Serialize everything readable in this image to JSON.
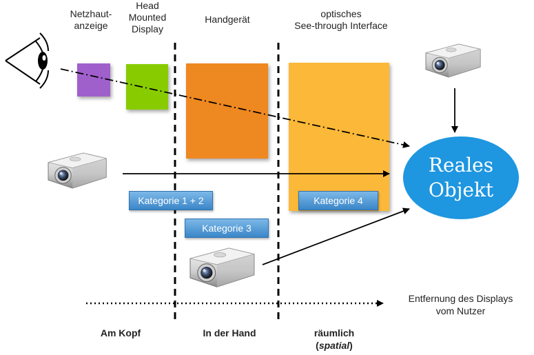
{
  "headers": {
    "netzhaut": [
      "Netzhaut-",
      "anzeige"
    ],
    "hmd": [
      "Head",
      "Mounted",
      "Display"
    ],
    "handgeraet": [
      "Handgerät"
    ],
    "optisch": [
      "optisches",
      "See-through Interface"
    ]
  },
  "categories": {
    "cat12": "Kategorie 1 + 2",
    "cat3": "Kategorie 3",
    "cat4": "Kategorie 4"
  },
  "real_object": [
    "Reales",
    "Objekt"
  ],
  "distance_label": [
    "Entfernung des Displays",
    "vom Nutzer"
  ],
  "bottom": {
    "kopf": "Am Kopf",
    "hand": "In der Hand",
    "raeumlich": "räumlich",
    "spatial_open": "(",
    "spatial": "spatial",
    "spatial_close": ")"
  },
  "icons": [
    "eye-icon",
    "projector-icon"
  ],
  "colors": {
    "netzhaut": "#a060cc",
    "hmd": "#88cc00",
    "handgeraet": "#ee8820",
    "optisch": "#fcb838",
    "real_object": "#1e96e0",
    "category": "#4a90d0"
  }
}
